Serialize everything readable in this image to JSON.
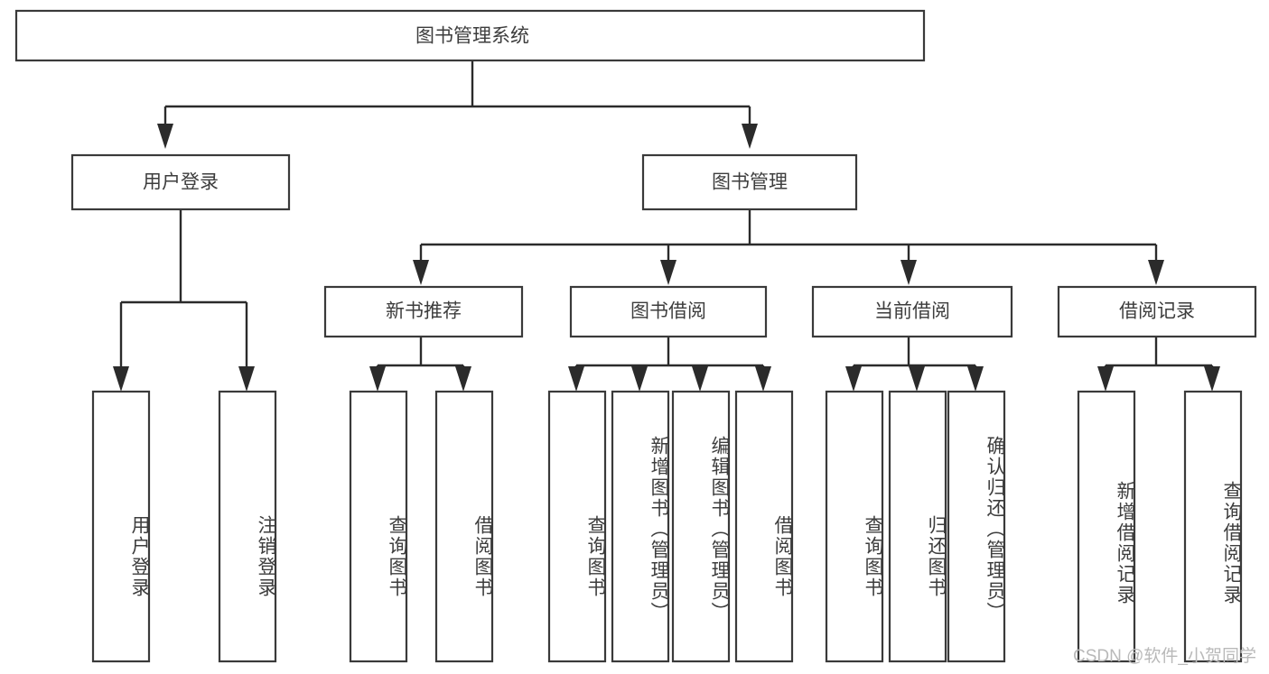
{
  "diagram": {
    "title": "图书管理系统",
    "type": "tree",
    "orientation": "top-down",
    "colors": {
      "background": "#ffffff",
      "box_stroke": "#3a3a3a",
      "connector": "#2b2b2b",
      "text": "#3d3d3d",
      "watermark": "#b9b9b9"
    }
  },
  "watermark": {
    "text": "CSDN @软件_小贺同学"
  },
  "nodes": {
    "root": {
      "label": "图书管理系统",
      "level": 1,
      "orientation": "horizontal"
    },
    "level2": [
      {
        "id": "user-login",
        "label": "用户登录",
        "orientation": "horizontal"
      },
      {
        "id": "book-manage",
        "label": "图书管理",
        "orientation": "horizontal"
      }
    ],
    "level3": [
      {
        "id": "new-book-recommend",
        "label": "新书推荐",
        "orientation": "horizontal"
      },
      {
        "id": "book-borrow",
        "label": "图书借阅",
        "orientation": "horizontal"
      },
      {
        "id": "current-borrow",
        "label": "当前借阅",
        "orientation": "horizontal"
      },
      {
        "id": "borrow-record",
        "label": "借阅记录",
        "orientation": "horizontal"
      }
    ],
    "leaves": [
      {
        "id": "leaf-user-login",
        "label": "用户登录",
        "parent": "user-login",
        "orientation": "vertical"
      },
      {
        "id": "leaf-logout-login",
        "label": "注销登录",
        "parent": "user-login",
        "orientation": "vertical"
      },
      {
        "id": "leaf-query-book-1",
        "label": "查询图书",
        "parent": "new-book-recommend",
        "orientation": "vertical"
      },
      {
        "id": "leaf-borrow-book-1",
        "label": "借阅图书",
        "parent": "new-book-recommend",
        "orientation": "vertical"
      },
      {
        "id": "leaf-query-book-2",
        "label": "查询图书",
        "parent": "book-borrow",
        "orientation": "vertical"
      },
      {
        "id": "leaf-add-book",
        "label": "新增图书（管理员）",
        "parent": "book-borrow",
        "orientation": "vertical"
      },
      {
        "id": "leaf-edit-book",
        "label": "编辑图书（管理员）",
        "parent": "book-borrow",
        "orientation": "vertical"
      },
      {
        "id": "leaf-borrow-book-2",
        "label": "借阅图书",
        "parent": "book-borrow",
        "orientation": "vertical"
      },
      {
        "id": "leaf-query-book-3",
        "label": "查询图书",
        "parent": "current-borrow",
        "orientation": "vertical"
      },
      {
        "id": "leaf-return-book",
        "label": "归还图书",
        "parent": "current-borrow",
        "orientation": "vertical"
      },
      {
        "id": "leaf-confirm-return",
        "label": "确认归还（管理员）",
        "parent": "current-borrow",
        "orientation": "vertical"
      },
      {
        "id": "leaf-add-record",
        "label": "新增借阅记录",
        "parent": "borrow-record",
        "orientation": "vertical"
      },
      {
        "id": "leaf-query-record",
        "label": "查询借阅记录",
        "parent": "borrow-record",
        "orientation": "vertical"
      }
    ]
  }
}
